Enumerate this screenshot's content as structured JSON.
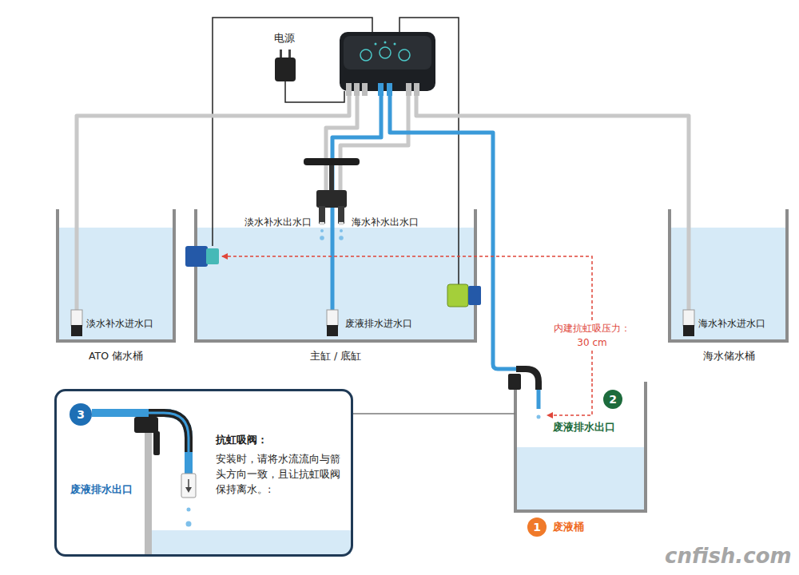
{
  "diagram": {
    "nodes": [
      {
        "text": [
          "淡水补水进水口",
          "ATO 储水桶"
        ]
      },
      {
        "text": [
          "淡水补水出水口",
          "海水补水出水口",
          "废液排水进水口",
          "主缸 / 底缸"
        ]
      },
      {
        "text": [
          "海水补水进水口",
          "海水储水桶"
        ]
      },
      {
        "text": [
          "废液排水出口"
        ]
      },
      {
        "text": [
          "2"
        ],
        "in": 3
      },
      {
        "text": [
          "1"
        ]
      },
      {
        "text": [
          "抗虹吸阀：",
          "安装时，请将水流流向与箭头方向一致，且让抗虹吸阀保持离水。:",
          "废液排水出口"
        ]
      },
      {
        "text": [
          "3"
        ],
        "in": 6
      }
    ],
    "edges": [
      {
        "from": 3,
        "to": 1,
        "arrow": "to",
        "label": "内建抗虹吸压力： 30 cm"
      },
      {
        "from": 6,
        "to": 3,
        "arrow": "none"
      }
    ],
    "labels": [
      "电源",
      "废液桶",
      "cnfish.com"
    ]
  }
}
